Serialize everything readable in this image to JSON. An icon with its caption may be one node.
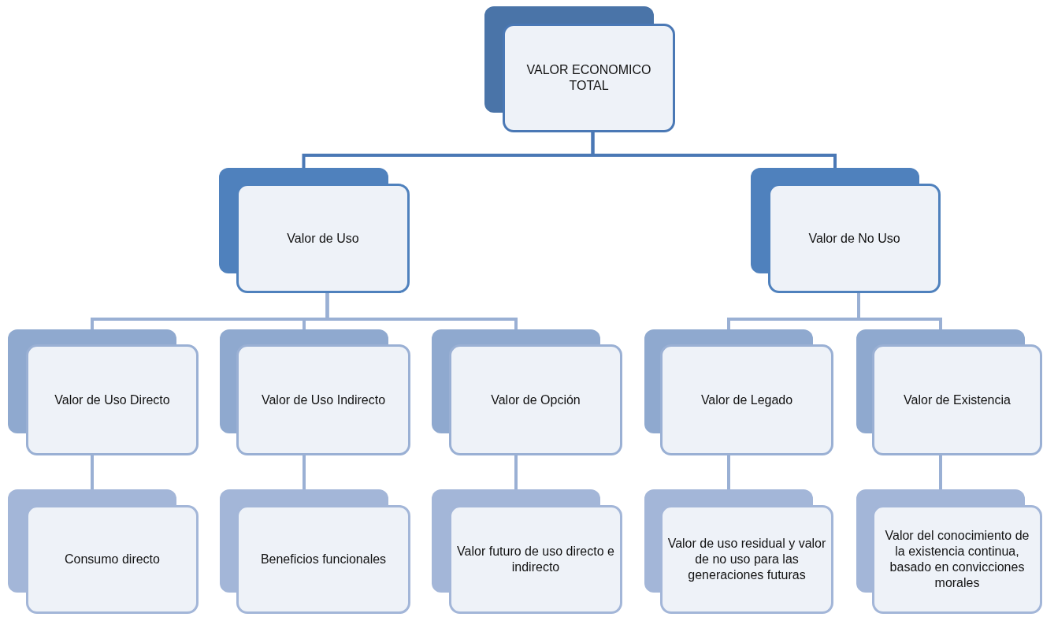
{
  "diagram": {
    "nodes": [
      {
        "text": [
          "VALOR ECONOMICO TOTAL"
        ]
      },
      {
        "text": [
          "Valor de Uso"
        ]
      },
      {
        "text": [
          "Valor de No Uso"
        ]
      },
      {
        "text": [
          "Valor de Uso Directo"
        ]
      },
      {
        "text": [
          "Valor de Uso Indirecto"
        ]
      },
      {
        "text": [
          "Valor de Opción"
        ]
      },
      {
        "text": [
          "Valor de Legado"
        ]
      },
      {
        "text": [
          "Valor de Existencia"
        ]
      },
      {
        "text": [
          "Consumo directo"
        ]
      },
      {
        "text": [
          "Beneficios funcionales"
        ]
      },
      {
        "text": [
          "Valor futuro de uso directo e indirecto"
        ]
      },
      {
        "text": [
          "Valor de uso residual y valor de no uso para las generaciones futuras"
        ]
      },
      {
        "text": [
          "Valor del conocimiento de la existencia continua, basado en convicciones morales"
        ]
      }
    ],
    "edges": [
      {
        "from": 0,
        "to": 1,
        "arrow": "none",
        "color": "#4a78b5"
      },
      {
        "from": 0,
        "to": 2,
        "arrow": "none",
        "color": "#4a78b5"
      },
      {
        "from": 1,
        "to": 3,
        "arrow": "none"
      },
      {
        "from": 1,
        "to": 4,
        "arrow": "none"
      },
      {
        "from": 1,
        "to": 5,
        "arrow": "none"
      },
      {
        "from": 2,
        "to": 6,
        "arrow": "none"
      },
      {
        "from": 2,
        "to": 7,
        "arrow": "none"
      },
      {
        "from": 3,
        "to": 8,
        "arrow": "none"
      },
      {
        "from": 4,
        "to": 9,
        "arrow": "none"
      },
      {
        "from": 5,
        "to": 10,
        "arrow": "none"
      },
      {
        "from": 6,
        "to": 11,
        "arrow": "none"
      },
      {
        "from": 7,
        "to": 12,
        "arrow": "none"
      }
    ]
  }
}
